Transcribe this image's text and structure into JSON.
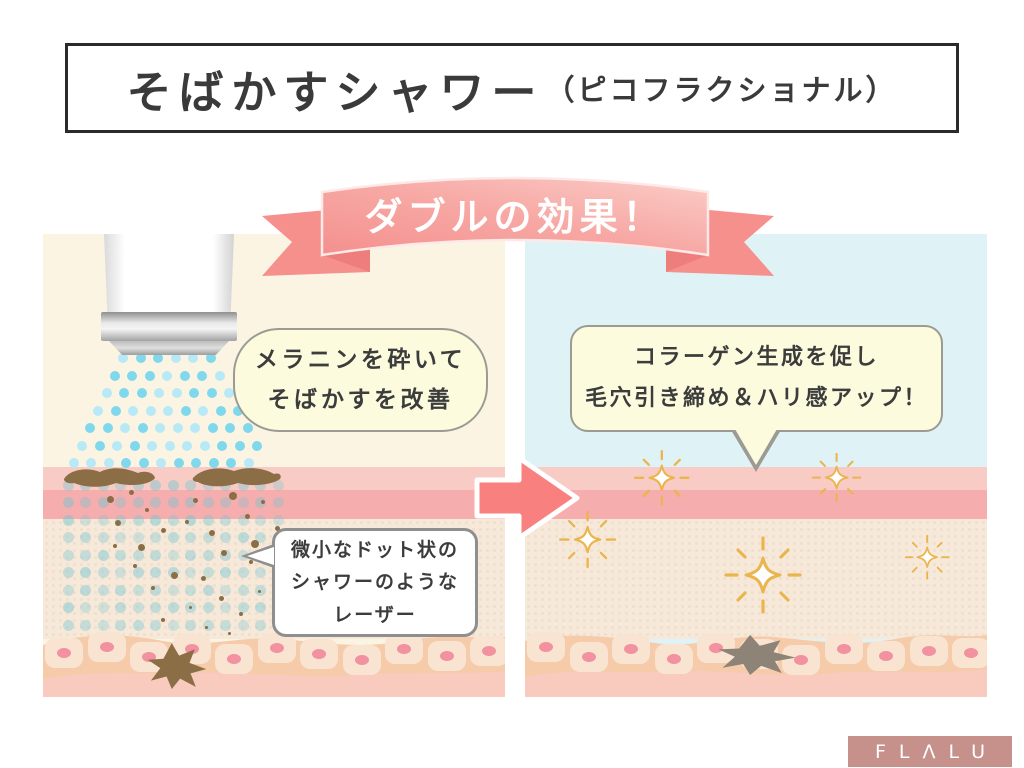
{
  "title": {
    "main": "そばかすシャワー",
    "sub": "（ピコフラクショナル）"
  },
  "banner": {
    "label": "ダブルの効果！"
  },
  "left_panel": {
    "bubble_melanin": {
      "line1": "メラニンを砕いて",
      "line2": "そばかすを改善"
    },
    "bubble_laser": {
      "line1": "微小なドット状の",
      "line2": "シャワーのような",
      "line3": "レーザー"
    }
  },
  "right_panel": {
    "bubble_collagen": {
      "line1": "コラーゲン生成を促し",
      "line2": "毛穴引き締め＆ハリ感アップ！"
    }
  },
  "logo": {
    "text": "FLΛLU"
  },
  "colors": {
    "accent_salmon": "#f8817f",
    "ribbon_main": "#f59a97",
    "ribbon_fold": "#ee7e7c",
    "panel_left_bg": "#fbf4e2",
    "panel_right_bg": "#dff3f7",
    "bubble_yellow": "#fcfbde",
    "laser_dot_blue": "#7fd8ec",
    "melanin_brown": "#8c6e46",
    "melanocyte_gray": "#8d8477",
    "sparkle_gold": "#ebb54e",
    "logo_bg": "#c5918a"
  }
}
